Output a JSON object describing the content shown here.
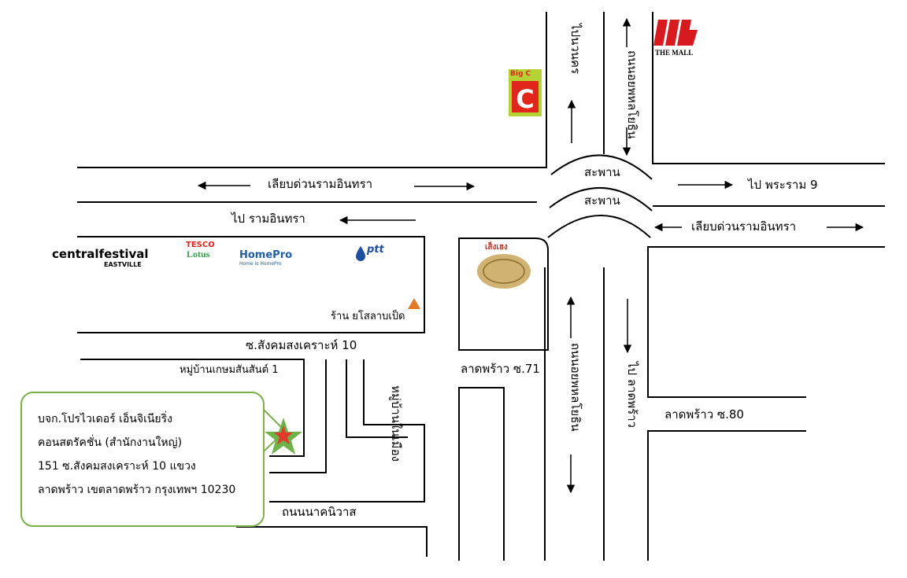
{
  "roads": {
    "top_vertical": "ไปนวนคร",
    "top_right_vertical": "ถนนอยพหลโยธิน",
    "expressway_left": "เลียบด่วนรามอินทรา",
    "expressway_right": "เลียบด่วนรามอินทรา",
    "bridge_1": "สะพาน",
    "bridge_2": "สะพาน",
    "to_rama9": "ไป พระราม 9",
    "to_ramintra": "ไป รามอินทรา",
    "soi_sangkhom": "ซ.สังคมสงเคราะห์ 10",
    "lat_phrao_71": "ลาดพร้าว ซ.71",
    "lat_phrao_80": "ลาดพร้าว ซ.80",
    "mid_vertical_1": "ถนนอยพหลโยธิน",
    "mid_vertical_2": "ไป ลาดพร้าว",
    "naknivas": "ถนนนาคนิวาส"
  },
  "places": {
    "big_c": "Big C",
    "the_mall": "THE MALL",
    "central_main": "centralfestival",
    "central_sub": "EASTVILLE",
    "tesco": "TESCO",
    "lotus": "Lotus",
    "homepro": "HomePro",
    "homepro_sub": "Home is HomePro",
    "ptt": "ptt",
    "duck_shop": "ร้าน ยโสลาบเป็ด",
    "kasemsan_village": "หมู่บ้านเกษมสันสันต์ 1",
    "nai_mueang_village": "หมู่บ้านในเมือง",
    "seng_heng": "เส็งเฮง"
  },
  "address": {
    "line1": "บจก.โปรไวเดอร์ เอ็นจิเนียริ่ง",
    "line2": "คอนสตรัคชั่น (สำนักงานใหญ่)",
    "line3": "151 ซ.สังคมสงเคราะห์ 10 แขวง",
    "line4": "ลาดพร้าว เขตลาดพร้าว กรุงเทพฯ 10230"
  },
  "colors": {
    "road": "#000000",
    "big_c_green": "#b5d334",
    "big_c_red": "#e1251b",
    "mall_red": "#d71920",
    "homepro_blue": "#1f5fa8",
    "tesco_red": "#e2231a",
    "lotus_green": "#3aa14c",
    "ptt_blue": "#1c4fa0",
    "marker_orange": "#e07a2a",
    "callout_green": "#79b04a",
    "star_green": "#6fb24a",
    "star_red": "#e03a2a",
    "seng_heng_gold": "#c8a45a"
  },
  "icons": [
    "arrow-icon",
    "star-marker-icon",
    "triangle-marker-icon",
    "ptt-drop-icon"
  ]
}
